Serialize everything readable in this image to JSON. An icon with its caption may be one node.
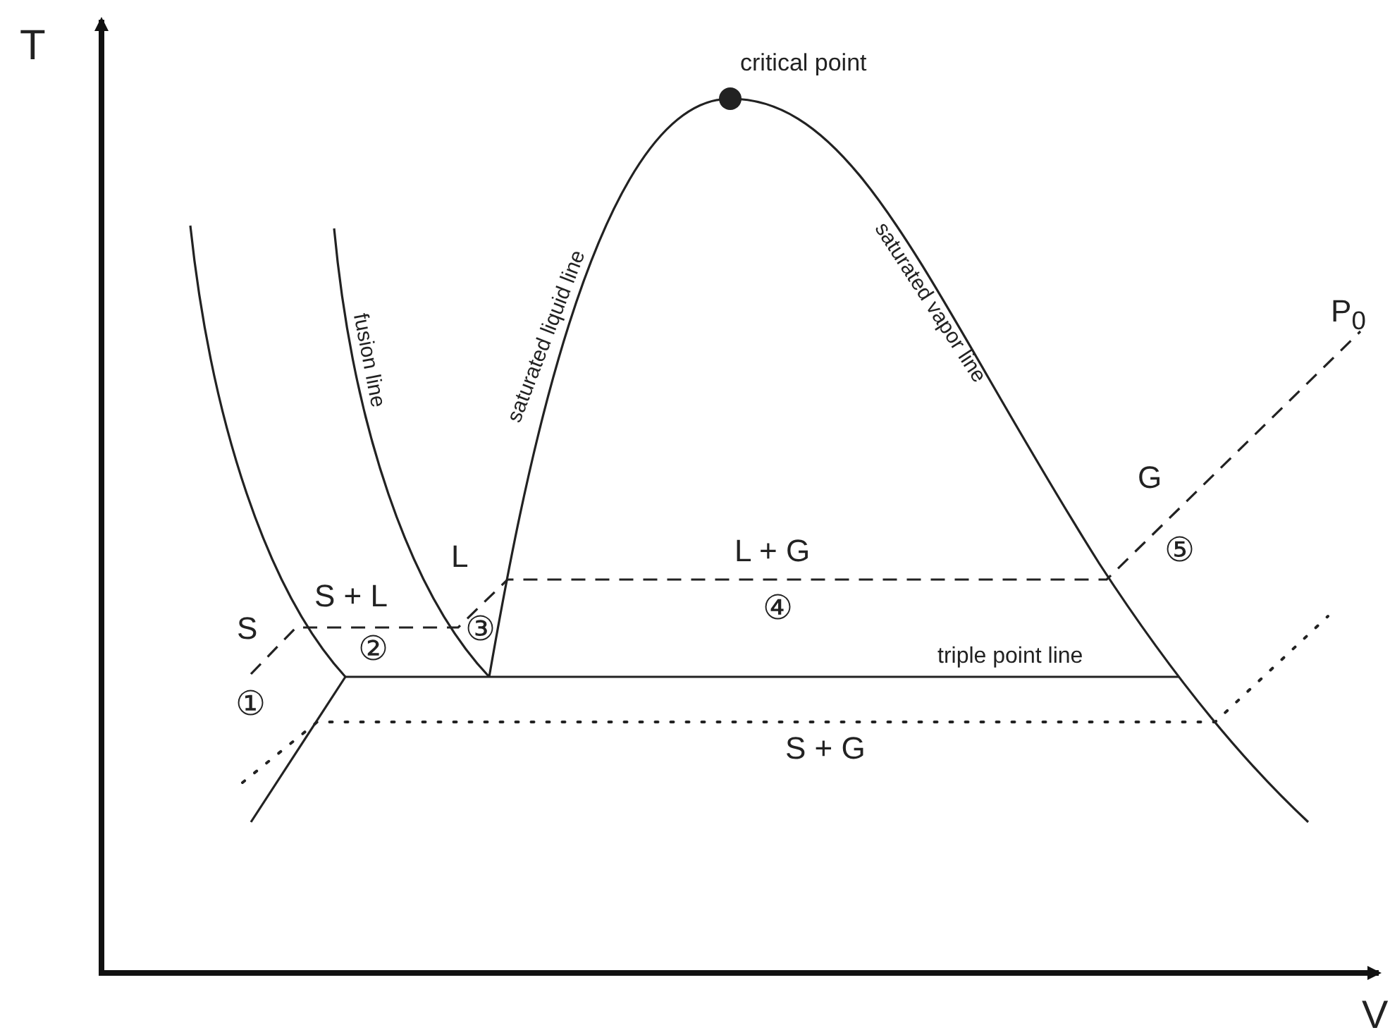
{
  "diagram": {
    "labels": [
      "T",
      "critical point",
      "saturated liquid line",
      "fusion line",
      "saturated vapor line",
      "P$_{0}$",
      "G",
      "L",
      "L + G",
      "S + L",
      "⑤",
      "③",
      "④",
      "S",
      "②",
      "triple point line",
      "①",
      "S + G",
      "V"
    ]
  }
}
